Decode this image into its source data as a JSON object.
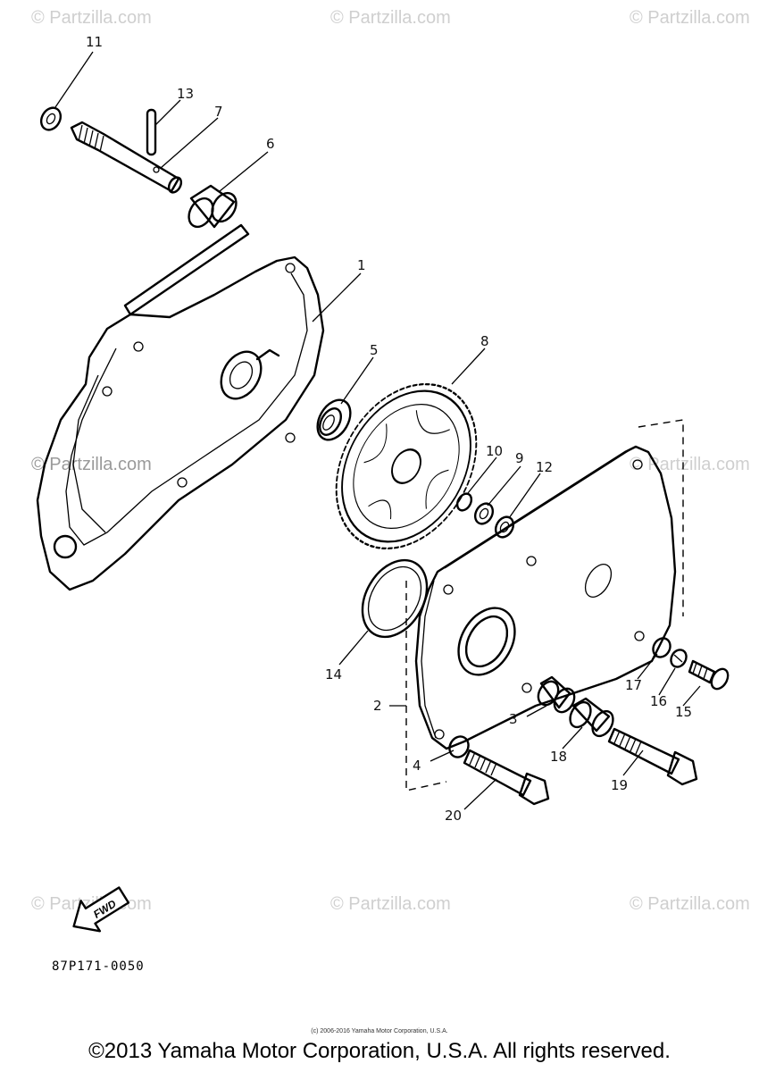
{
  "watermark": "© Partzilla.com",
  "callouts": [
    "1",
    "2",
    "3",
    "4",
    "5",
    "6",
    "7",
    "8",
    "9",
    "10",
    "11",
    "12",
    "13",
    "14",
    "15",
    "16",
    "17",
    "18",
    "19",
    "20"
  ],
  "fwd_label": "FWD",
  "diagram_code": "87P171-0050",
  "small_copyright": "(c) 2006-2016 Yamaha Motor Corporation, U.S.A.",
  "copyright": "©2013 Yamaha Motor Corporation, U.S.A. All rights reserved."
}
